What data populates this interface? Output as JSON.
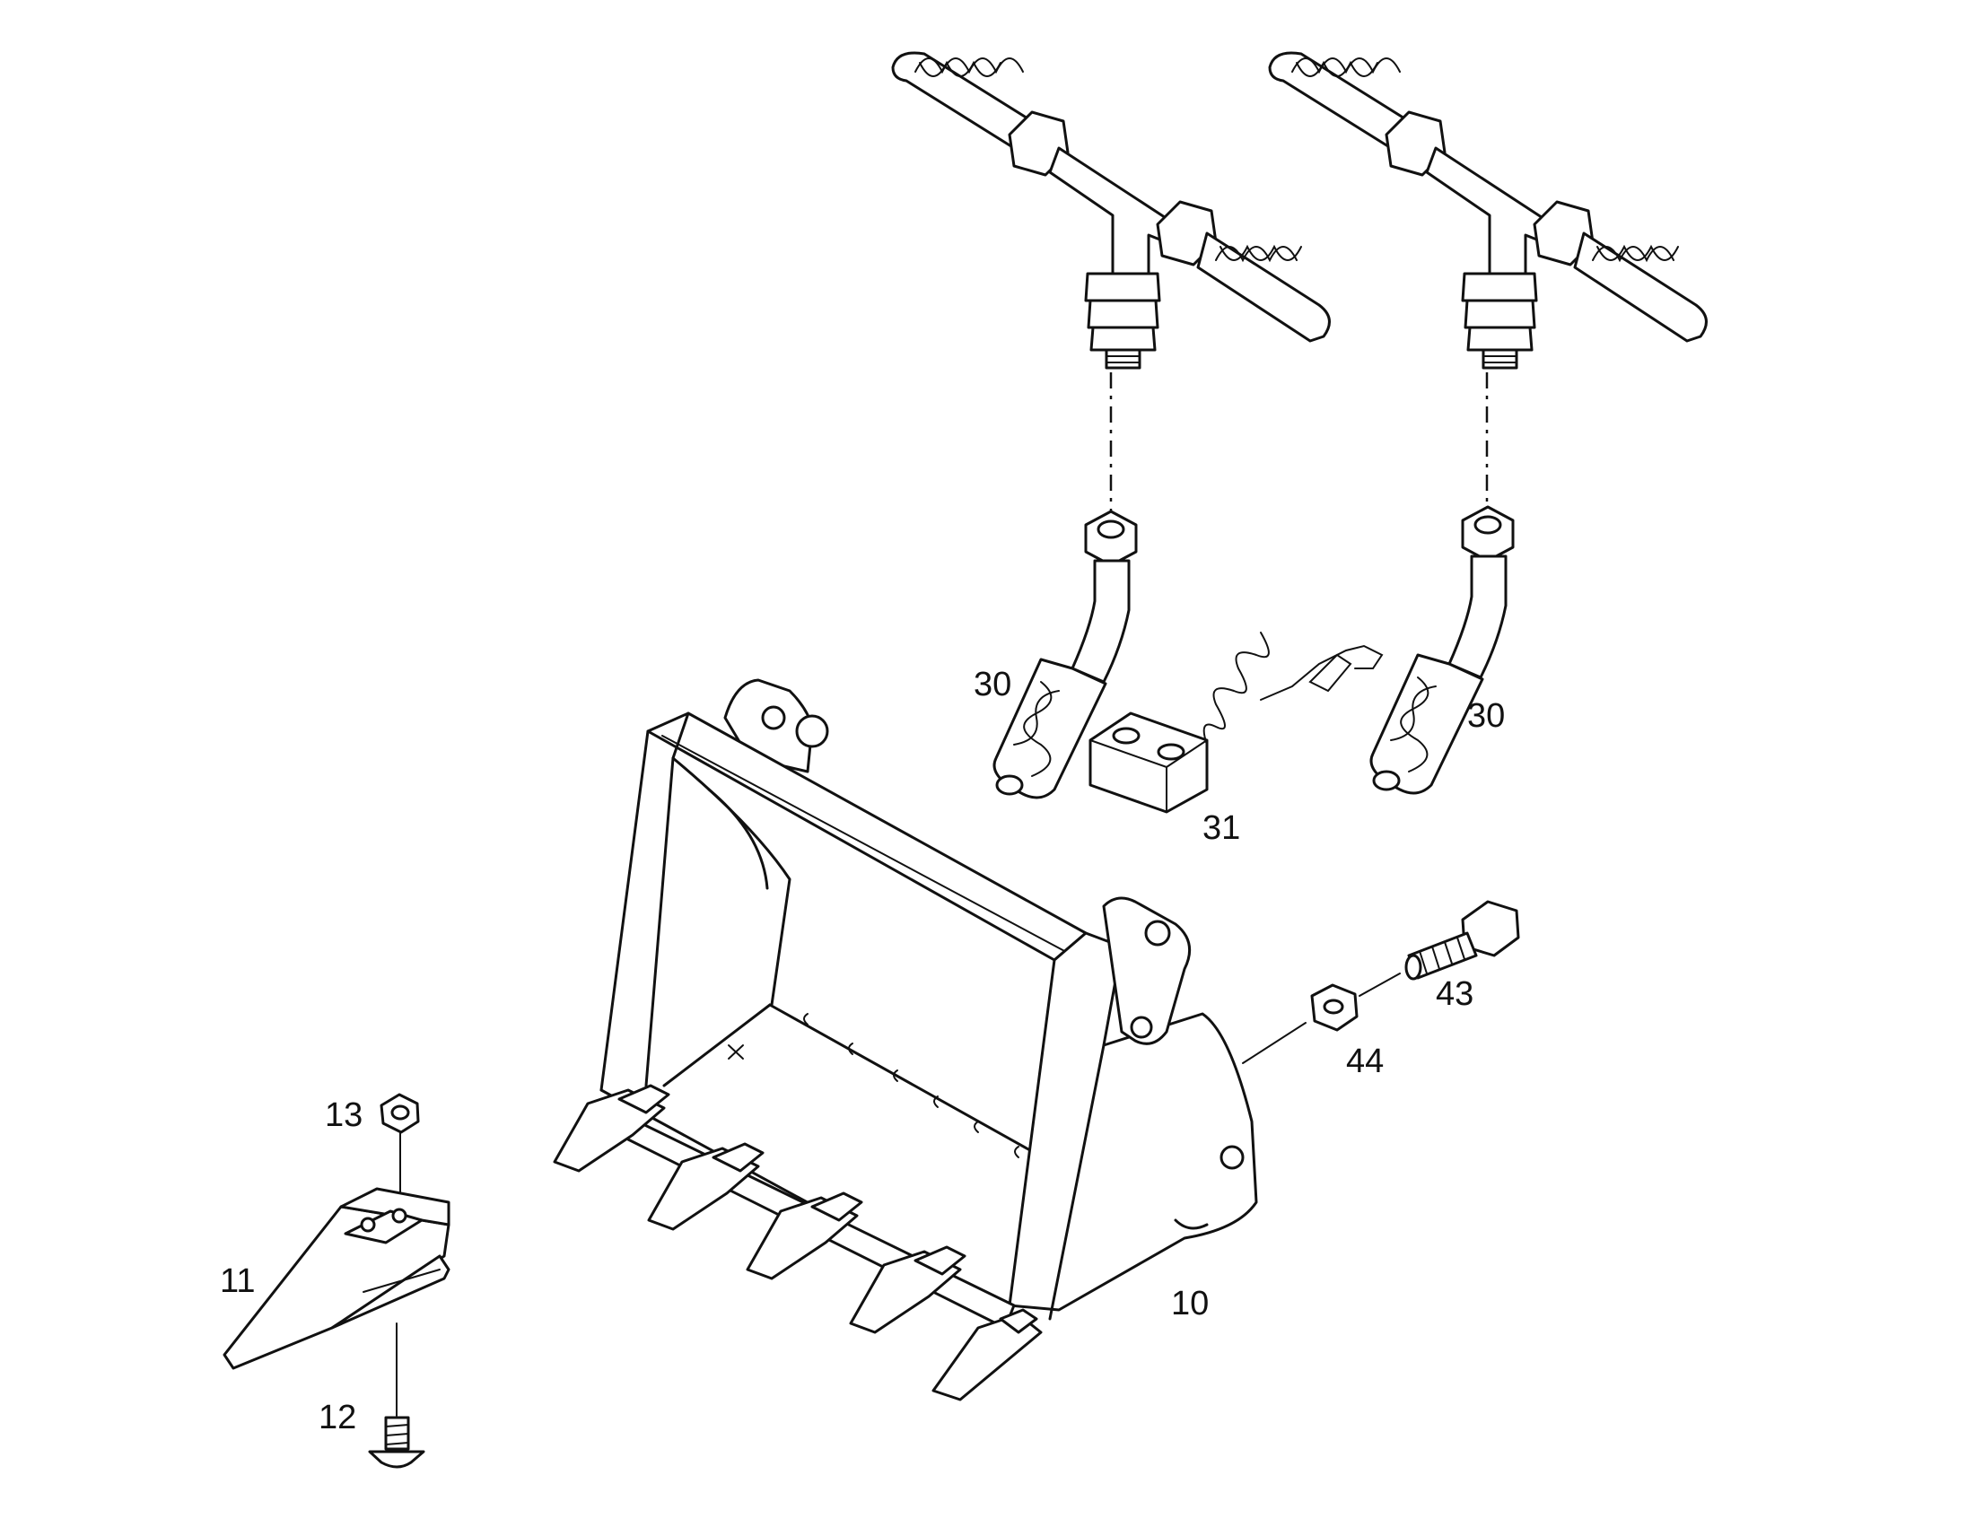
{
  "figure": {
    "labels": {
      "hose_left": "30",
      "hose_right": "30",
      "lock_pin": "31",
      "bucket": "10",
      "tooth": "11",
      "tooth_screw": "12",
      "tooth_nut": "13",
      "bolt": "43",
      "nut": "44"
    }
  }
}
